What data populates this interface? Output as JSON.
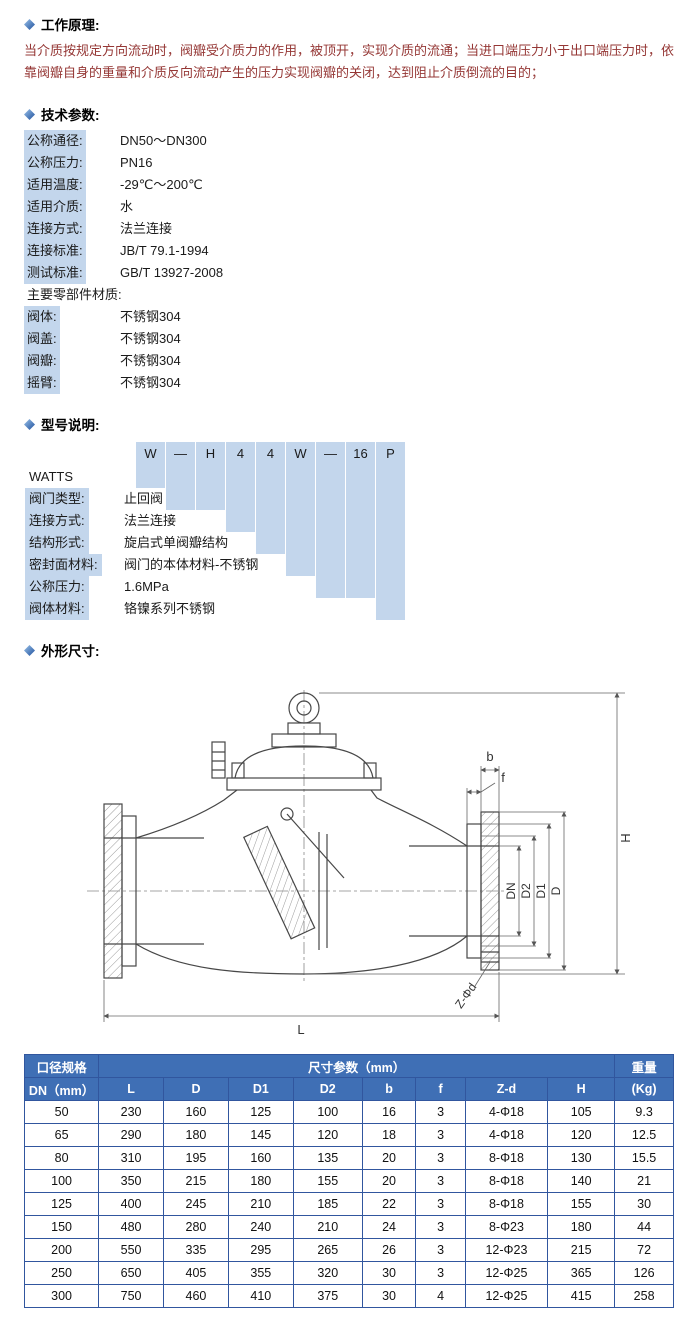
{
  "theme": {
    "accent": "#3f6fb5",
    "highlight": "#c3d6ec",
    "dark_red": "#953735",
    "border": "#31569e"
  },
  "principle": {
    "title": "工作原理:",
    "body": "当介质按规定方向流动时，阀瓣受介质力的作用，被顶开，实现介质的流通；当进口端压力小于出口端压力时，依靠阀瓣自身的重量和介质反向流动产生的压力实现阀瓣的关闭，达到阻止介质倒流的目的；"
  },
  "tech": {
    "title": "技术参数:",
    "rows": [
      {
        "label": "公称通径:",
        "value": "DN50～DN300",
        "highlight": true
      },
      {
        "label": "公称压力:",
        "value": "PN16",
        "highlight": true
      },
      {
        "label": "适用温度:",
        "value": "-29℃～200℃",
        "highlight": true
      },
      {
        "label": "适用介质:",
        "value": "水",
        "highlight": true
      },
      {
        "label": "连接方式:",
        "value": "法兰连接",
        "highlight": true
      },
      {
        "label": "连接标准:",
        "value": "JB/T 79.1-1994",
        "highlight": true
      },
      {
        "label": "测试标准:",
        "value": "GB/T 13927-2008",
        "highlight": true
      },
      {
        "label": "主要零部件材质:",
        "value": "",
        "highlight": false
      },
      {
        "label": "阀体:",
        "value": "不锈钢304",
        "highlight": true
      },
      {
        "label": "阀盖:",
        "value": "不锈钢304",
        "highlight": true
      },
      {
        "label": "阀瓣:",
        "value": "不锈钢304",
        "highlight": true
      },
      {
        "label": "摇臂:",
        "value": "不锈钢304",
        "highlight": true
      }
    ]
  },
  "model": {
    "title": "型号说明:",
    "codes": [
      {
        "text": "W",
        "row": 0
      },
      {
        "text": "—",
        "row": 1
      },
      {
        "text": "H",
        "row": 1
      },
      {
        "text": "4",
        "row": 2
      },
      {
        "text": "4",
        "row": 3
      },
      {
        "text": "W",
        "row": 4
      },
      {
        "text": "—",
        "row": 5
      },
      {
        "text": "16",
        "row": 5
      },
      {
        "text": "P",
        "row": 6
      }
    ],
    "rows": [
      {
        "label": "WATTS",
        "value": "",
        "label_highlight": false
      },
      {
        "label": "阀门类型:",
        "value": "止回阀",
        "label_highlight": true
      },
      {
        "label": "连接方式:",
        "value": "法兰连接",
        "label_highlight": true
      },
      {
        "label": "结构形式:",
        "value": "旋启式单阀瓣结构",
        "label_highlight": true
      },
      {
        "label": "密封面材料:",
        "value": "阀门的本体材料-不锈钢",
        "label_highlight": true
      },
      {
        "label": "公称压力:",
        "value": "1.6MPa",
        "label_highlight": true
      },
      {
        "label": "阀体材料:",
        "value": "铬镍系列不锈钢",
        "label_highlight": true
      }
    ]
  },
  "drawing": {
    "title": "外形尺寸:",
    "labels": {
      "b": "b",
      "f": "f",
      "H": "H",
      "DN": "DN",
      "D2": "D2",
      "D1": "D1",
      "D": "D",
      "Zd": "Z-Φd",
      "L": "L"
    }
  },
  "table": {
    "group_left": "口径规格",
    "group_mid": "尺寸参数（mm）",
    "group_right": "重量",
    "sub_left": "DN（mm）",
    "sub_right": "(Kg)",
    "columns": [
      "L",
      "D",
      "D1",
      "D2",
      "b",
      "f",
      "Z-d",
      "H"
    ],
    "rows": [
      [
        "50",
        "230",
        "160",
        "125",
        "100",
        "16",
        "3",
        "4-Φ18",
        "105",
        "9.3"
      ],
      [
        "65",
        "290",
        "180",
        "145",
        "120",
        "18",
        "3",
        "4-Φ18",
        "120",
        "12.5"
      ],
      [
        "80",
        "310",
        "195",
        "160",
        "135",
        "20",
        "3",
        "8-Φ18",
        "130",
        "15.5"
      ],
      [
        "100",
        "350",
        "215",
        "180",
        "155",
        "20",
        "3",
        "8-Φ18",
        "140",
        "21"
      ],
      [
        "125",
        "400",
        "245",
        "210",
        "185",
        "22",
        "3",
        "8-Φ18",
        "155",
        "30"
      ],
      [
        "150",
        "480",
        "280",
        "240",
        "210",
        "24",
        "3",
        "8-Φ23",
        "180",
        "44"
      ],
      [
        "200",
        "550",
        "335",
        "295",
        "265",
        "26",
        "3",
        "12-Φ23",
        "215",
        "72"
      ],
      [
        "250",
        "650",
        "405",
        "355",
        "320",
        "30",
        "3",
        "12-Φ25",
        "365",
        "126"
      ],
      [
        "300",
        "750",
        "460",
        "410",
        "375",
        "30",
        "4",
        "12-Φ25",
        "415",
        "258"
      ]
    ]
  }
}
